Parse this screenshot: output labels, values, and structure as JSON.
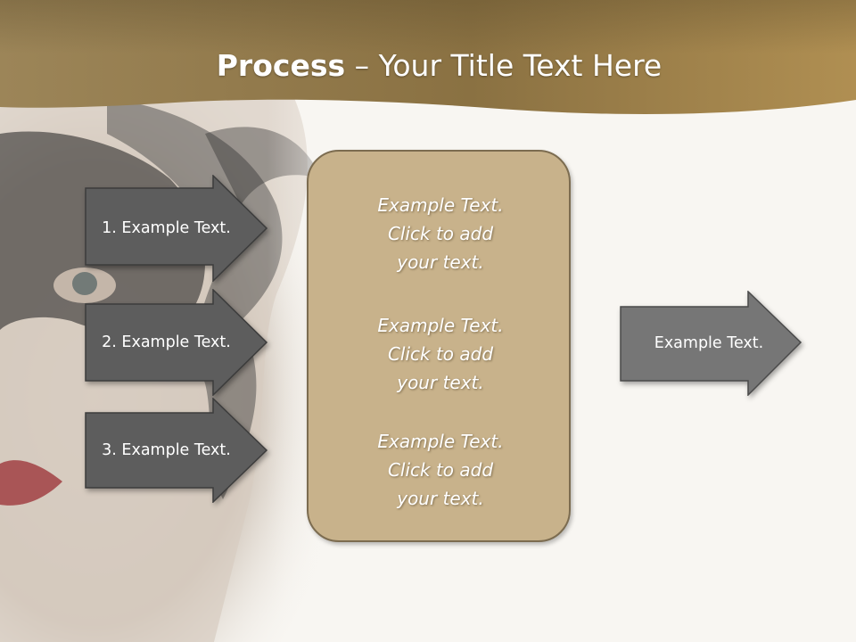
{
  "slide": {
    "title_bold": "Process",
    "title_rest": " – Your Title Text Here",
    "colors": {
      "header_band": "#8d7440",
      "header_band_light": "#b8965a",
      "arrow_dark": "#5d5d5d",
      "arrow_medium": "#767676",
      "center_box": "#c8b28b",
      "center_border": "#7c6c50",
      "background": "#f8f6f2"
    }
  },
  "steps": [
    {
      "label": "1. Example Text."
    },
    {
      "label": "2. Example Text."
    },
    {
      "label": "3. Example Text."
    }
  ],
  "center_box": {
    "blocks": [
      {
        "lines": [
          "Example Text.",
          "Click  to add",
          "your text."
        ]
      },
      {
        "lines": [
          "Example Text.",
          "Click  to add",
          "your text."
        ]
      },
      {
        "lines": [
          "Example Text.",
          "Click  to add",
          "your text."
        ]
      }
    ]
  },
  "output_arrow": {
    "label": "Example Text."
  }
}
